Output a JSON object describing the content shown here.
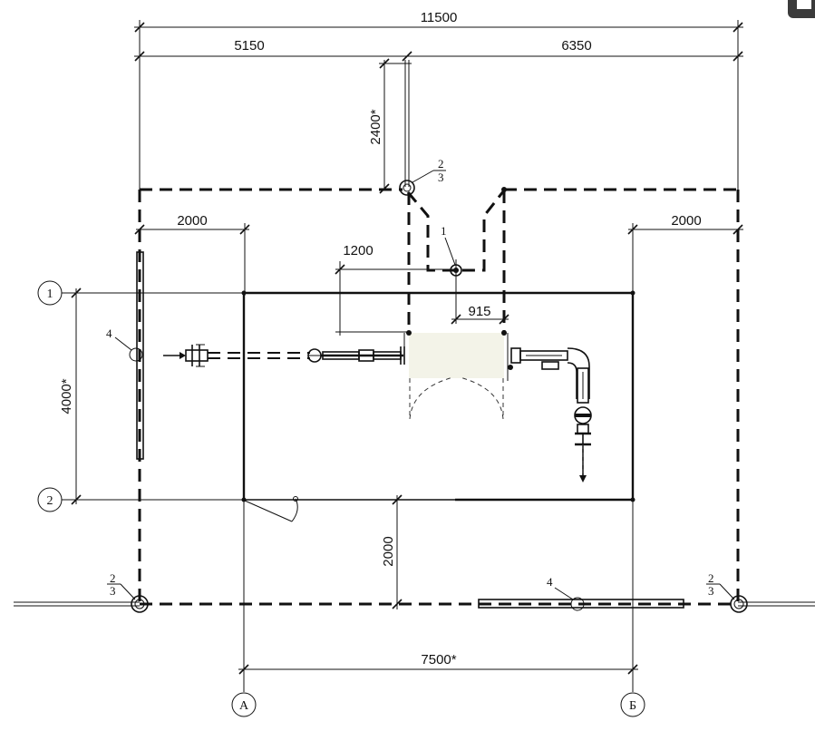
{
  "dimensions": {
    "total_width": "11500",
    "left_width": "5150",
    "right_width": "6350",
    "vertical_offset": "2400*",
    "left_margin": "2000",
    "right_margin": "2000",
    "offset_1200": "1200",
    "offset_915": "915",
    "height_4000": "4000*",
    "bottom_2000": "2000",
    "width_7500": "7500*"
  },
  "axes": {
    "row_1": "1",
    "row_2": "2",
    "col_a": "А",
    "col_b": "Б"
  },
  "callouts": {
    "item_1": "1",
    "item_2": "2",
    "item_3": "3",
    "item_4": "4"
  }
}
